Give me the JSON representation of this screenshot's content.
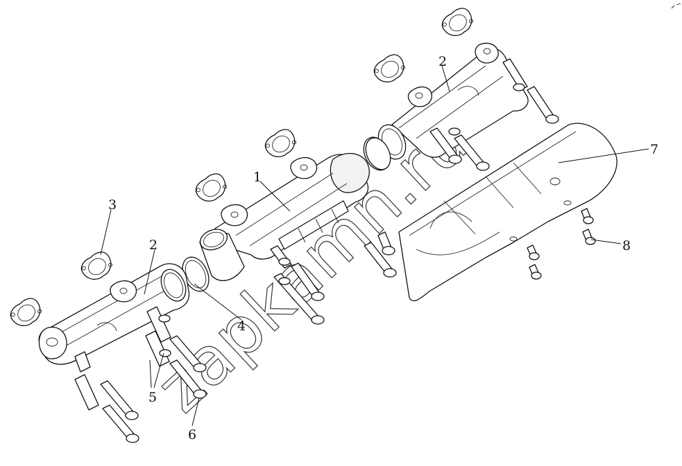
{
  "diagram": {
    "callouts": [
      {
        "id": "c1",
        "label": "1"
      },
      {
        "id": "c2a",
        "label": "2"
      },
      {
        "id": "c2b",
        "label": "2"
      },
      {
        "id": "c3",
        "label": "3"
      },
      {
        "id": "c4",
        "label": "4"
      },
      {
        "id": "c5",
        "label": "5"
      },
      {
        "id": "c6",
        "label": "6"
      },
      {
        "id": "c7",
        "label": "7"
      },
      {
        "id": "c8",
        "label": "8"
      }
    ]
  },
  "watermark": {
    "text": "zapkamn.ru"
  }
}
